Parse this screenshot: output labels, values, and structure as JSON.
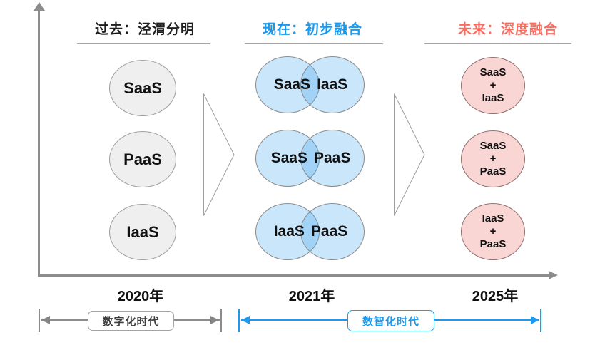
{
  "diagram": {
    "columns": [
      {
        "title": "过去：泾渭分明",
        "year": "2020年",
        "circles": [
          {
            "label": "SaaS"
          },
          {
            "label": "PaaS"
          },
          {
            "label": "IaaS"
          }
        ]
      },
      {
        "title": "现在：初步融合",
        "year": "2021年",
        "venn_rows": [
          {
            "left": "SaaS",
            "right": "IaaS"
          },
          {
            "left": "SaaS",
            "right": "PaaS"
          },
          {
            "left": "IaaS",
            "right": "PaaS"
          }
        ]
      },
      {
        "title": "未来：深度融合",
        "year": "2025年",
        "fused_rows": [
          {
            "lines": [
              "SaaS",
              "+",
              "IaaS"
            ]
          },
          {
            "lines": [
              "SaaS",
              "+",
              "PaaS"
            ]
          },
          {
            "lines": [
              "IaaS",
              "+",
              "PaaS"
            ]
          }
        ]
      }
    ],
    "eras": [
      {
        "label": "数字化时代"
      },
      {
        "label": "数智化时代"
      }
    ],
    "colors": {
      "past_title": "#1f1f1f",
      "present_title": "#1899f0",
      "future_title": "#fa6e62",
      "axis_gray": "#8c8c8c",
      "gray_circle_fill": "#efefef",
      "blue_circle_fill": "#c9e3f8",
      "blue_overlap_fill": "#a3d4f6",
      "pink_circle_fill": "#f9d6d3",
      "era_blue": "#1b9af0"
    }
  }
}
